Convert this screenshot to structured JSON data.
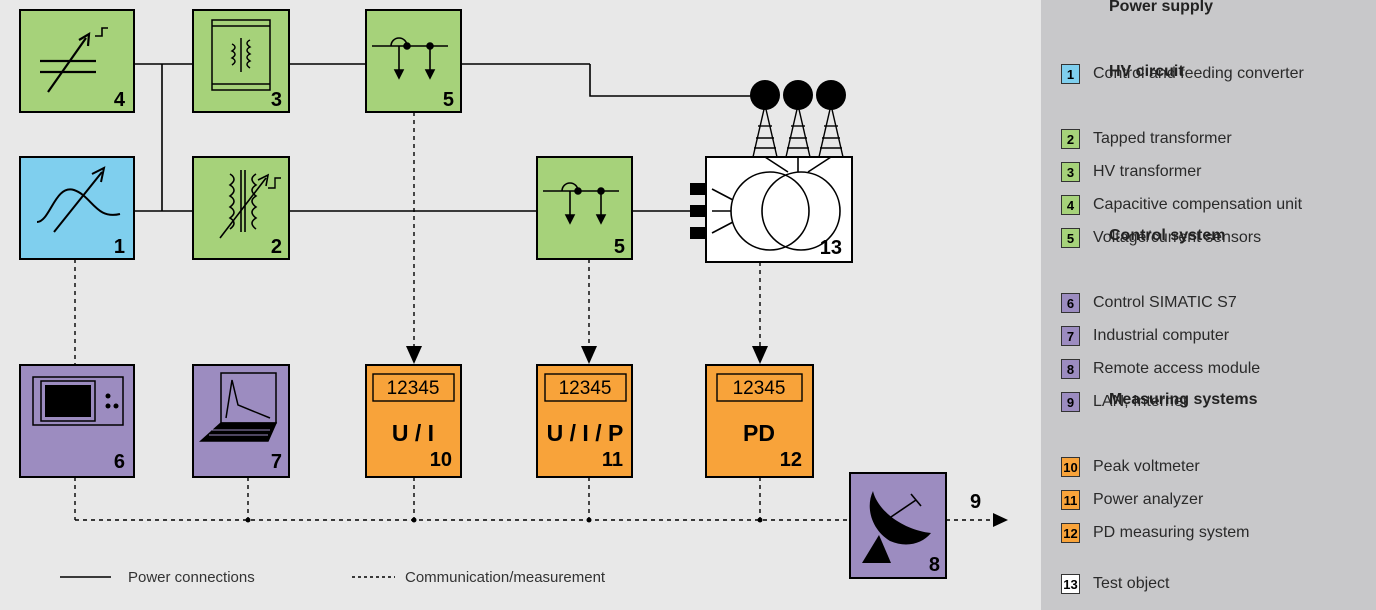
{
  "colors": {
    "green": "#a6d27a",
    "blue": "#7fcfee",
    "purple": "#9c8cc0",
    "orange": "#f8a33a",
    "white": "#ffffff",
    "legend_bg": "#c8c8ca",
    "background": "#e8e8e8"
  },
  "blocks": {
    "b4": {
      "number": "4",
      "icon": "variable-capacitor-icon"
    },
    "b3": {
      "number": "3",
      "icon": "hv-transformer-icon"
    },
    "b5a": {
      "number": "5",
      "icon": "voltage-current-sensor-icon"
    },
    "b1": {
      "number": "1",
      "icon": "ac-variable-source-icon"
    },
    "b2": {
      "number": "2",
      "icon": "tapped-transformer-icon"
    },
    "b5b": {
      "number": "5",
      "icon": "voltage-current-sensor-icon"
    },
    "b13": {
      "number": "13",
      "icon": "test-object-transformer-icon"
    },
    "b6": {
      "number": "6",
      "icon": "control-panel-icon"
    },
    "b7": {
      "number": "7",
      "icon": "laptop-icon"
    },
    "b10": {
      "number": "10",
      "display": "12345",
      "label": "U / I"
    },
    "b11": {
      "number": "11",
      "display": "12345",
      "label": "U / I / P"
    },
    "b12": {
      "number": "12",
      "display": "12345",
      "label": "PD"
    },
    "b8": {
      "number": "8",
      "icon": "satellite-dish-icon"
    },
    "lan": {
      "number": "9"
    }
  },
  "key": {
    "power": "Power connections",
    "comm": "Communication/measurement"
  },
  "legend": {
    "groups": [
      {
        "title": "Power supply",
        "items": [
          {
            "num": "1",
            "label": "Control and feeding converter",
            "color": "#7fcfee"
          }
        ]
      },
      {
        "title": "HV circuit",
        "items": [
          {
            "num": "2",
            "label": "Tapped transformer",
            "color": "#a6d27a"
          },
          {
            "num": "3",
            "label": "HV transformer",
            "color": "#a6d27a"
          },
          {
            "num": "4",
            "label": "Capacitive compensation unit",
            "color": "#a6d27a"
          },
          {
            "num": "5",
            "label": "Voltage/current sensors",
            "color": "#a6d27a"
          }
        ]
      },
      {
        "title": "Control system",
        "items": [
          {
            "num": "6",
            "label": "Control SIMATIC S7",
            "color": "#9c8cc0"
          },
          {
            "num": "7",
            "label": "Industrial computer",
            "color": "#9c8cc0"
          },
          {
            "num": "8",
            "label": "Remote access module",
            "color": "#9c8cc0"
          },
          {
            "num": "9",
            "label": "LAN, Internet",
            "color": "#9c8cc0"
          }
        ]
      },
      {
        "title": "Measuring systems",
        "items": [
          {
            "num": "10",
            "label": "Peak voltmeter",
            "color": "#f8a33a"
          },
          {
            "num": "11",
            "label": "Power analyzer",
            "color": "#f8a33a"
          },
          {
            "num": "12",
            "label": "PD measuring system",
            "color": "#f8a33a"
          }
        ]
      },
      {
        "title": "",
        "items": [
          {
            "num": "13",
            "label": "Test object",
            "color": "#ffffff"
          }
        ]
      }
    ]
  }
}
